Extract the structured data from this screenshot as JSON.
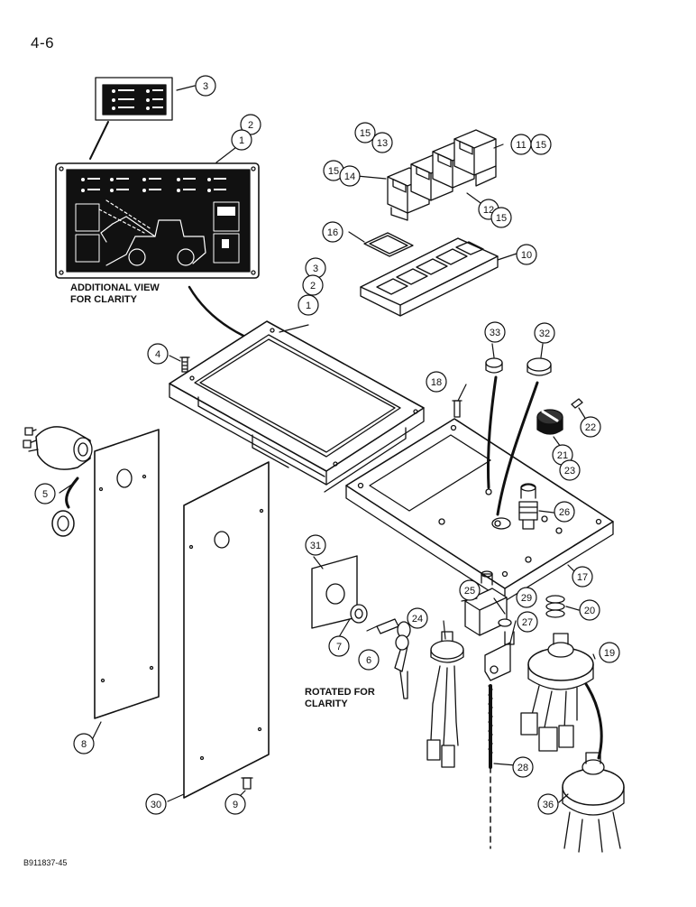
{
  "page_number": "4-6",
  "figure_code": "B911837-45",
  "notes": {
    "additional_view": [
      "ADDITIONAL VIEW",
      "FOR CLARITY"
    ],
    "rotated": [
      "ROTATED FOR",
      "CLARITY"
    ]
  },
  "callouts": [
    "1",
    "2",
    "3",
    "4",
    "5",
    "6",
    "7",
    "8",
    "9",
    "10",
    "11",
    "12",
    "13",
    "14",
    "15",
    "16",
    "17",
    "18",
    "19",
    "20",
    "21",
    "22",
    "23",
    "24",
    "25",
    "26",
    "27",
    "28",
    "29",
    "30",
    "31",
    "32",
    "33",
    "36"
  ]
}
